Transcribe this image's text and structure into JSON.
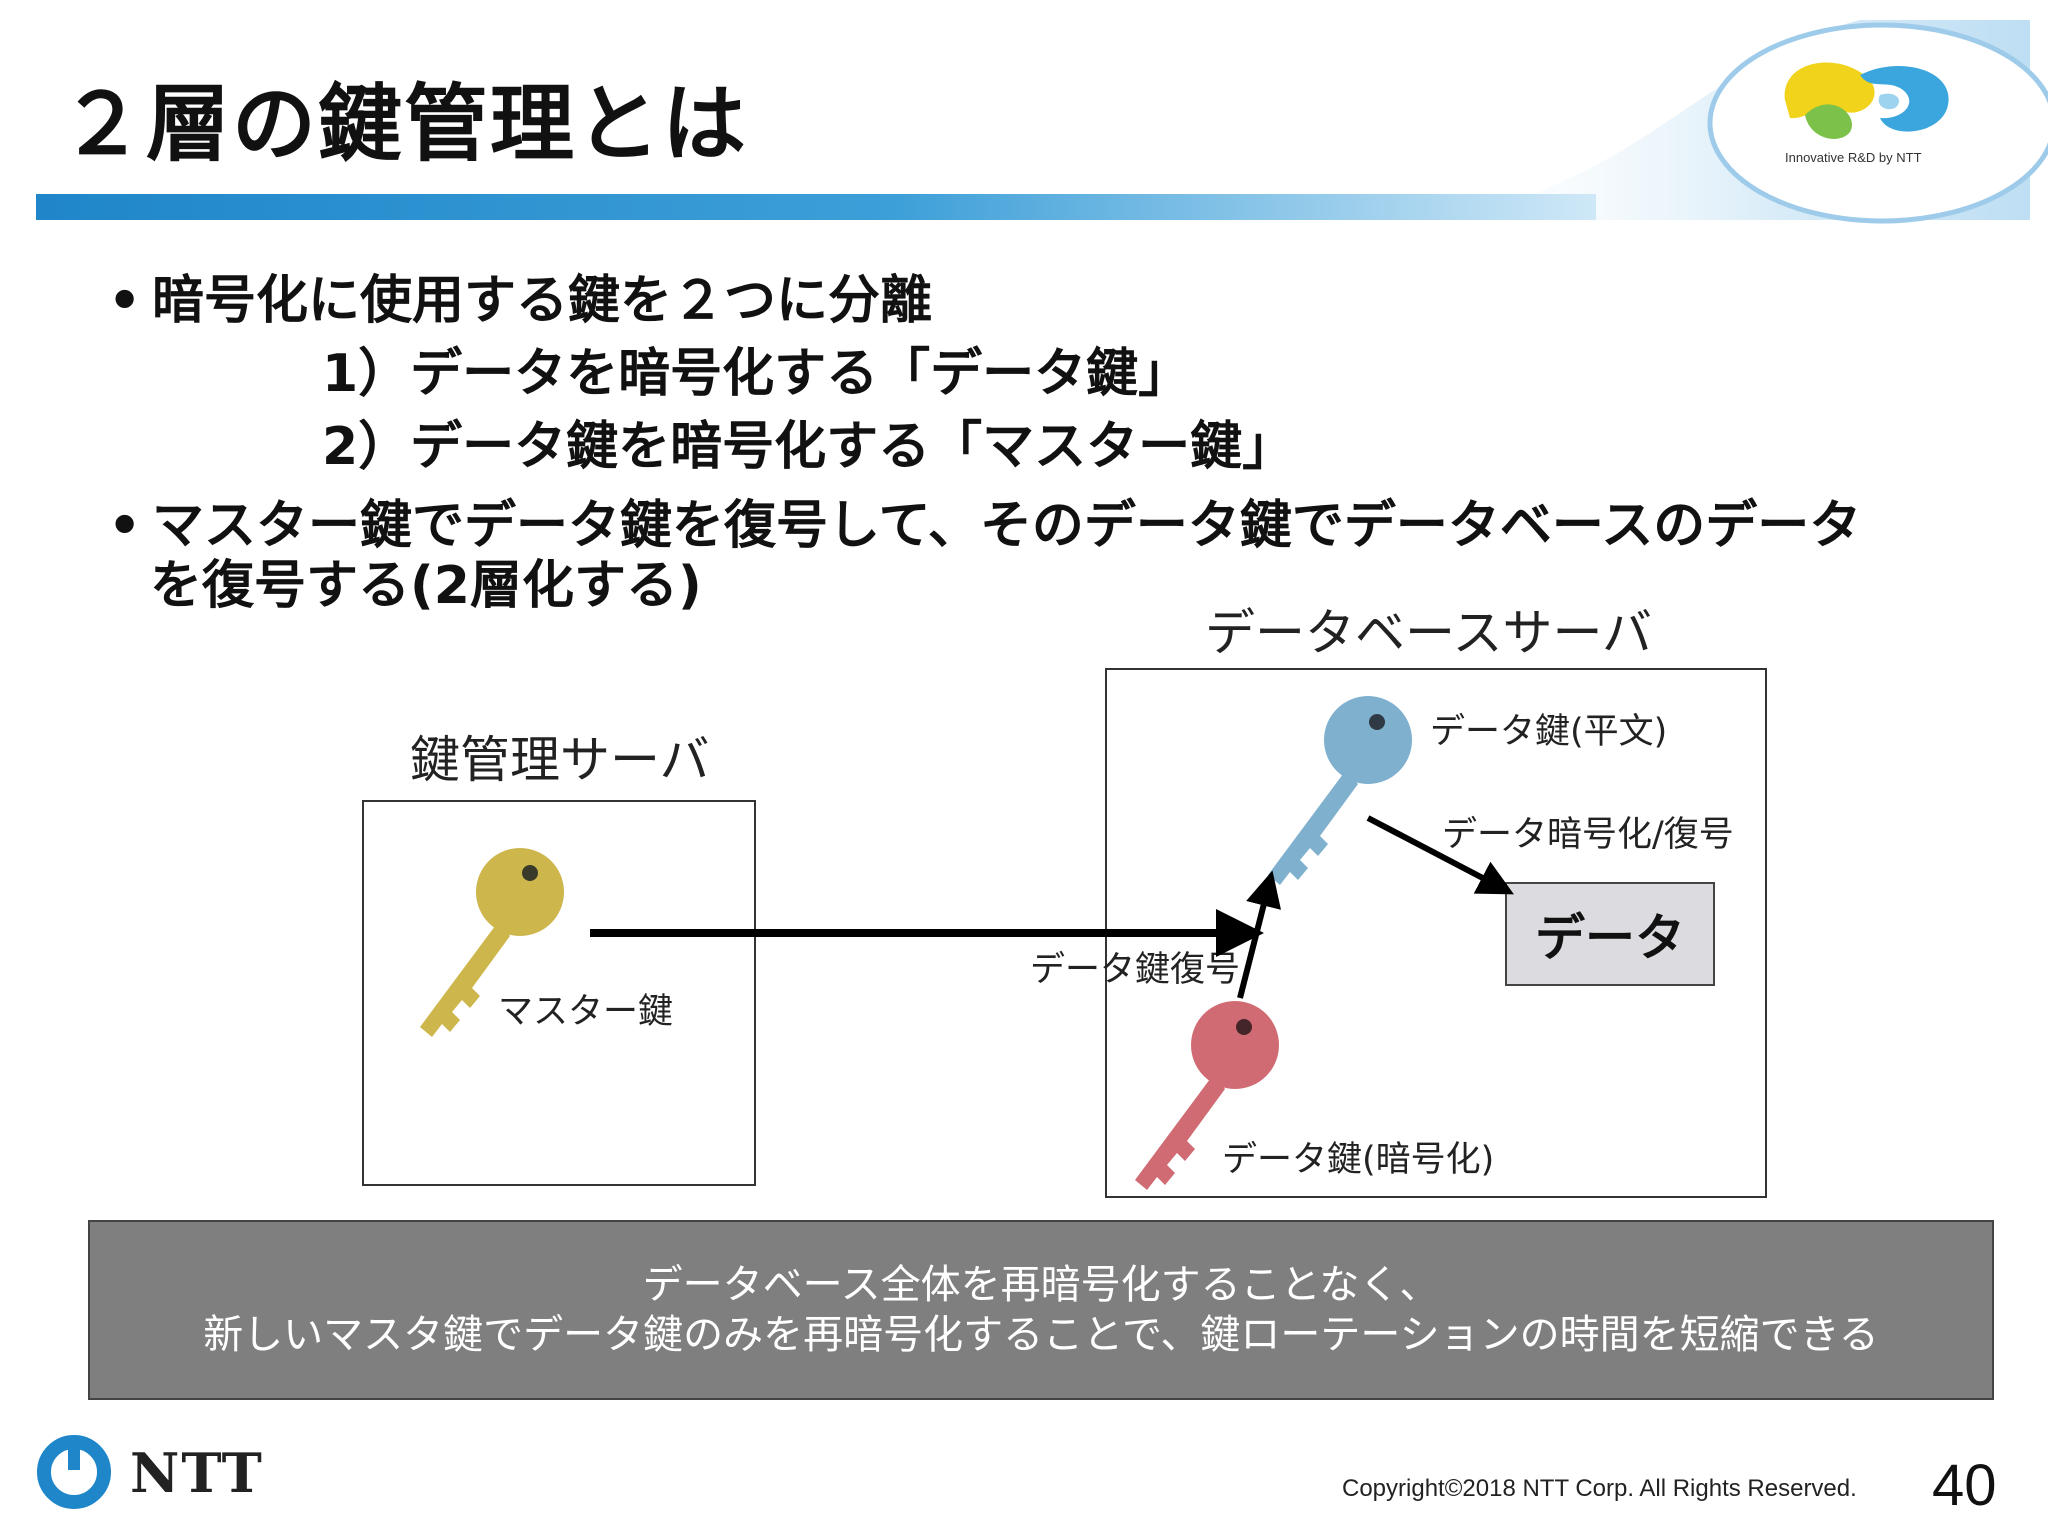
{
  "slide": {
    "title": "２層の鍵管理とは",
    "bullets": [
      "暗号化に使用する鍵を２つに分離",
      "マスター鍵でデータ鍵を復号して、そのデータ鍵でデータベースのデータ"
    ],
    "bullet_marker": "•",
    "bullet2_continuation": "を復号する(2層化する)",
    "sub_items": [
      "1）データを暗号化する「データ鍵」",
      "2）データ鍵を暗号化する「マスター鍵」"
    ]
  },
  "diagram": {
    "kms_label": "鍵管理サーバ",
    "db_label": "データベースサーバ",
    "master_key_label": "マスター鍵",
    "data_key_plain_label": "データ鍵(平文)",
    "data_key_encrypted_label": "データ鍵(暗号化)",
    "decrypt_label": "データ鍵復号",
    "encrypt_decrypt_label": "データ暗号化/復号",
    "data_box_label": "データ"
  },
  "banner": {
    "line1": "データベース全体を再暗号化することなく、",
    "line2": "新しいマスタ鍵でデータ鍵のみを再暗号化することで、鍵ローテーションの時間を短縮できる"
  },
  "footer": {
    "logo_text": "NTT",
    "copyright": "Copyright©2018  NTT Corp. All Rights Reserved.",
    "page_number": "40"
  },
  "header_logo": {
    "tagline": "Innovative R&D by NTT"
  },
  "colors": {
    "title_bar": "#1f86c9",
    "master_key": "#cdb64b",
    "data_key_plain": "#7fb0cd",
    "data_key_encrypted": "#d06b73",
    "banner_bg": "#7f7f7f"
  }
}
